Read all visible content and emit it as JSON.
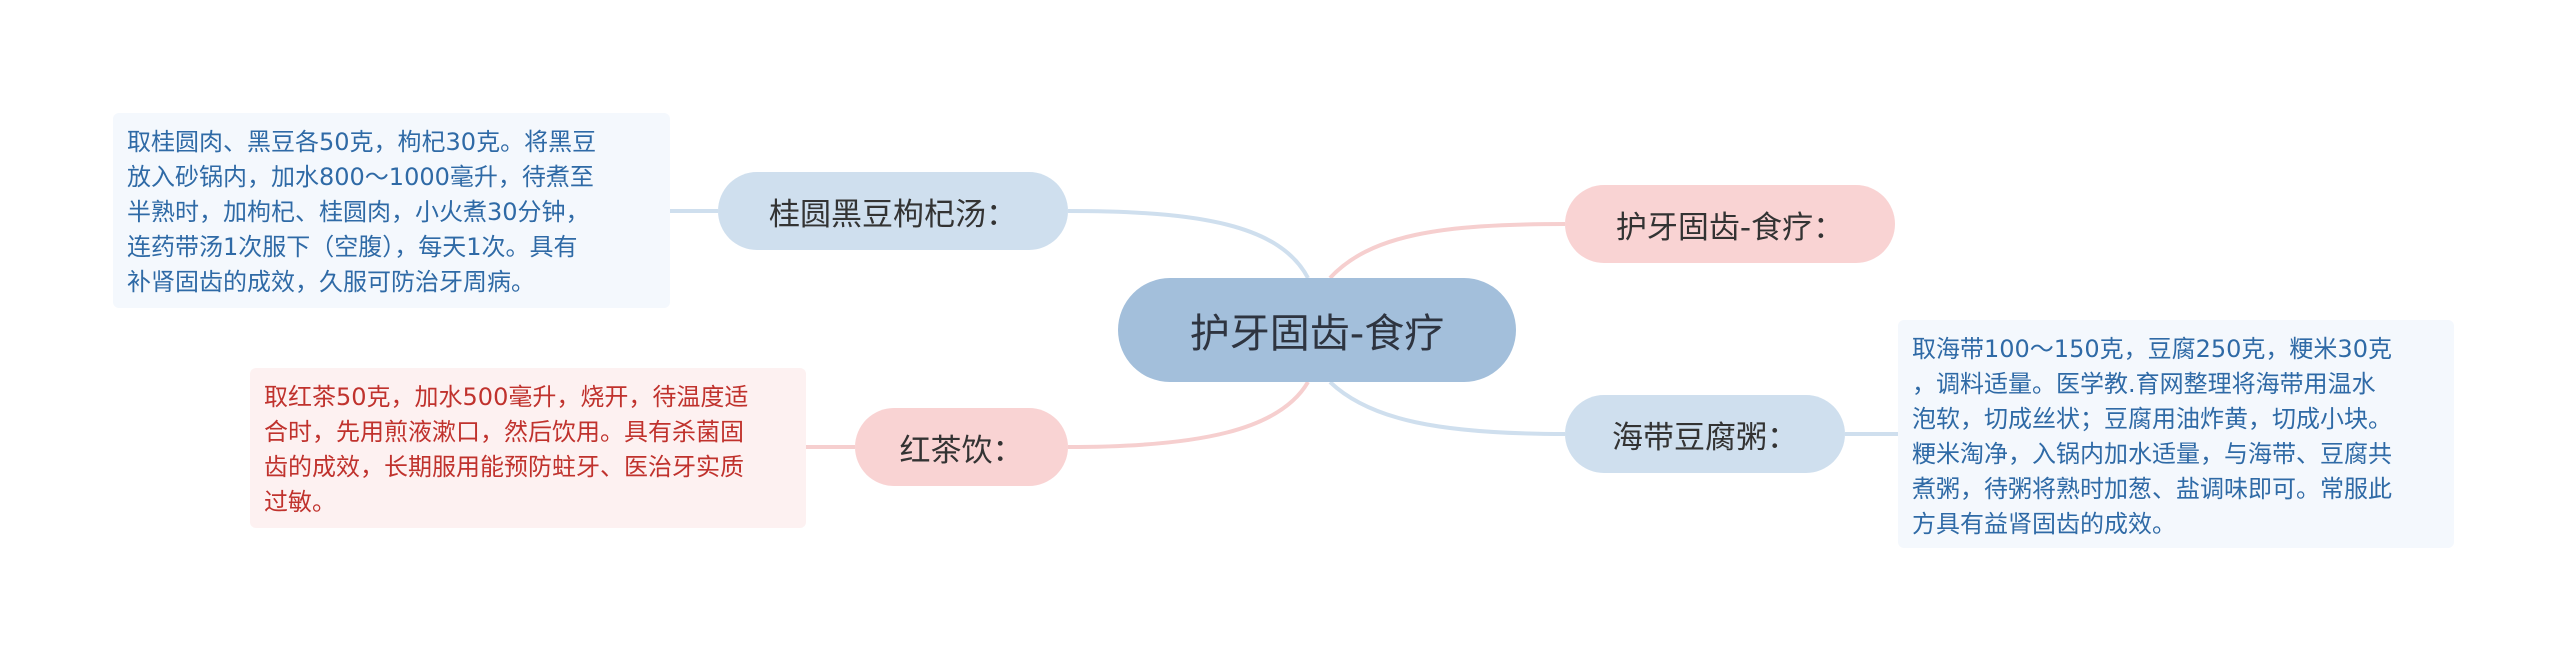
{
  "center": {
    "label": "护牙固齿-食疗"
  },
  "branches": [
    {
      "key": "guiyuan",
      "label": "桂圆黑豆枸杞汤：",
      "note": [
        "取桂圆肉、黑豆各50克，枸杞30克。将黑豆",
        "放入砂锅内，加水800～1000毫升，待煮至",
        "半熟时，加枸杞、桂圆肉，小火煮30分钟，",
        "连药带汤1次服下（空腹），每天1次。具有",
        "补肾固齿的成效，久服可防治牙周病。"
      ]
    },
    {
      "key": "hongcha",
      "label": "红茶饮：",
      "note": [
        "取红茶50克，加水500毫升，烧开，待温度适",
        "合时，先用煎液漱口，然后饮用。具有杀菌固",
        "齿的成效，长期服用能预防蛀牙、医治牙实质",
        "过敏。"
      ]
    },
    {
      "key": "huya",
      "label": "护牙固齿-食疗："
    },
    {
      "key": "haidai",
      "label": "海带豆腐粥：",
      "note": [
        "取海带100～150克，豆腐250克，粳米30克",
        "，调料适量。医学教.育网整理将海带用温水",
        "泡软，切成丝状；豆腐用油炸黄，切成小块。",
        "粳米淘净，入锅内加水适量，与海带、豆腐共",
        "煮粥，待粥将熟时加葱、盐调味即可。常服此",
        "方具有益肾固齿的成效。"
      ]
    }
  ],
  "colors": {
    "blue_edge": "#cfdfee",
    "red_edge": "#f6cfcf",
    "center_fill": "#a3bfdb"
  }
}
